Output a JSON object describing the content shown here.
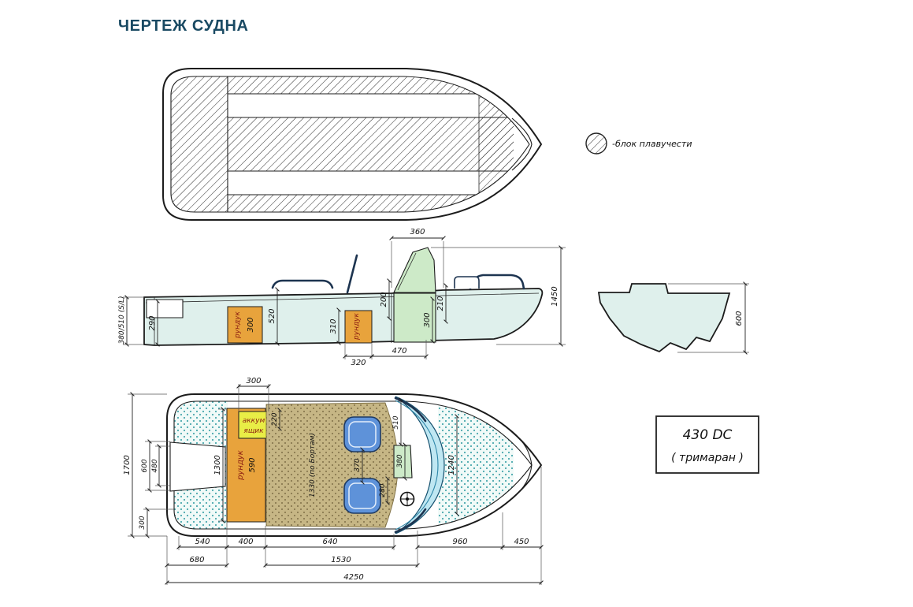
{
  "page": {
    "title": "ЧЕРТЕЖ СУДНА"
  },
  "legend": {
    "label": "-блок плавучести"
  },
  "model_box": {
    "line1": "430 DC",
    "line2": "( тримаран )"
  },
  "side_view": {
    "locker_fwd_label": "рундук",
    "locker_aft_label": "рундук",
    "dims": {
      "windshield_top": "360",
      "overall_height": "1450",
      "board_height": "380/510 (S/L)",
      "transom_inner": "290",
      "locker_width": "300",
      "cockpit_depth": "520",
      "console_height": "310",
      "windshield_front": "200",
      "aft_deck": "210",
      "console_depth": "300",
      "seat_base": "320",
      "helm_length": "470"
    }
  },
  "transom_view": {
    "dims": {
      "height": "600"
    }
  },
  "plan_view": {
    "battery_label_line1": "аккум",
    "battery_label_line2": "ящик",
    "locker_label": "рундук",
    "locker_width": "590",
    "dims": {
      "battery_width": "300",
      "shelf_width": "220",
      "windshield_half": "510",
      "beam": "1700",
      "well_outer": "600",
      "well_inner": "480",
      "stern_quarter": "300",
      "bench_length": "1300",
      "cockpit_length": "1330 (по Бортам)",
      "seat_gap": "370",
      "windshield_mid": "380",
      "helm_zone": "280",
      "bow_width": "1240",
      "stern_section": "540",
      "bench_section": "400",
      "cockpit_section": "640",
      "bow_section": "960",
      "tip_section": "450",
      "stern_total": "680",
      "cockpit_total": "1530",
      "overall_length": "4250"
    }
  }
}
